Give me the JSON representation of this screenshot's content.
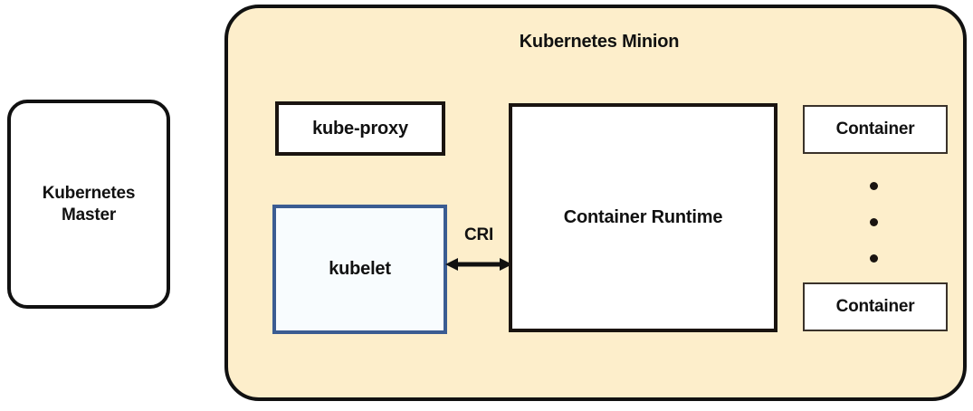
{
  "diagram": {
    "background_color": "#ffffff",
    "master": {
      "label": "Kubernetes\nMaster",
      "fill": "#ffffff",
      "border_color": "#111111"
    },
    "minion": {
      "title": "Kubernetes Minion",
      "fill": "#fdeecb",
      "border_color": "#111111",
      "boxes": {
        "kube_proxy": {
          "label": "kube-proxy",
          "fill": "#ffffff",
          "border_color": "#1a1410"
        },
        "kubelet": {
          "label": "kubelet",
          "fill": "#f8fcfe",
          "border_color": "#3b5c92"
        },
        "container_runtime": {
          "label": "Container Runtime",
          "fill": "#ffffff",
          "border_color": "#1a1410"
        },
        "container_top": {
          "label": "Container",
          "fill": "#ffffff",
          "border_color": "#3a322a"
        },
        "container_bottom": {
          "label": "Container",
          "fill": "#ffffff",
          "border_color": "#3a322a"
        }
      },
      "connector": {
        "label": "CRI",
        "style": "double-headed-arrow",
        "from": "kubelet",
        "to": "container_runtime",
        "color": "#111111"
      },
      "ellipsis": {
        "name": "vertical-ellipsis",
        "dot_count": 3,
        "color": "#1a1410"
      }
    }
  }
}
